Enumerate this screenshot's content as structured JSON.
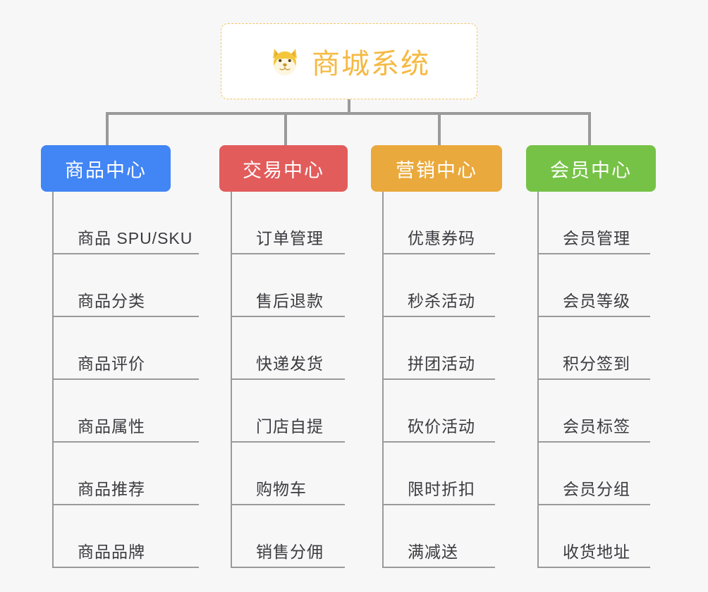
{
  "page": {
    "background_color": "#f7f7f7",
    "line_color": "#9a9a9a",
    "leaf_text_color": "#3b3b40"
  },
  "root": {
    "title": "商城系统",
    "icon": "shiba-dog-face-emoji",
    "text_color": "#f5b942",
    "border_color": "#f3c565",
    "background_color": "#ffffff"
  },
  "columns": [
    {
      "label": "商品中心",
      "color": "#4285f4",
      "items": [
        "商品 SPU/SKU",
        "商品分类",
        "商品评价",
        "商品属性",
        "商品推荐",
        "商品品牌"
      ]
    },
    {
      "label": "交易中心",
      "color": "#e25c5c",
      "items": [
        "订单管理",
        "售后退款",
        "快递发货",
        "门店自提",
        "购物车",
        "销售分佣"
      ]
    },
    {
      "label": "营销中心",
      "color": "#eaa93c",
      "items": [
        "优惠券码",
        "秒杀活动",
        "拼团活动",
        "砍价活动",
        "限时折扣",
        "满减送"
      ]
    },
    {
      "label": "会员中心",
      "color": "#76c247",
      "items": [
        "会员管理",
        "会员等级",
        "积分签到",
        "会员标签",
        "会员分组",
        "收货地址"
      ]
    }
  ]
}
